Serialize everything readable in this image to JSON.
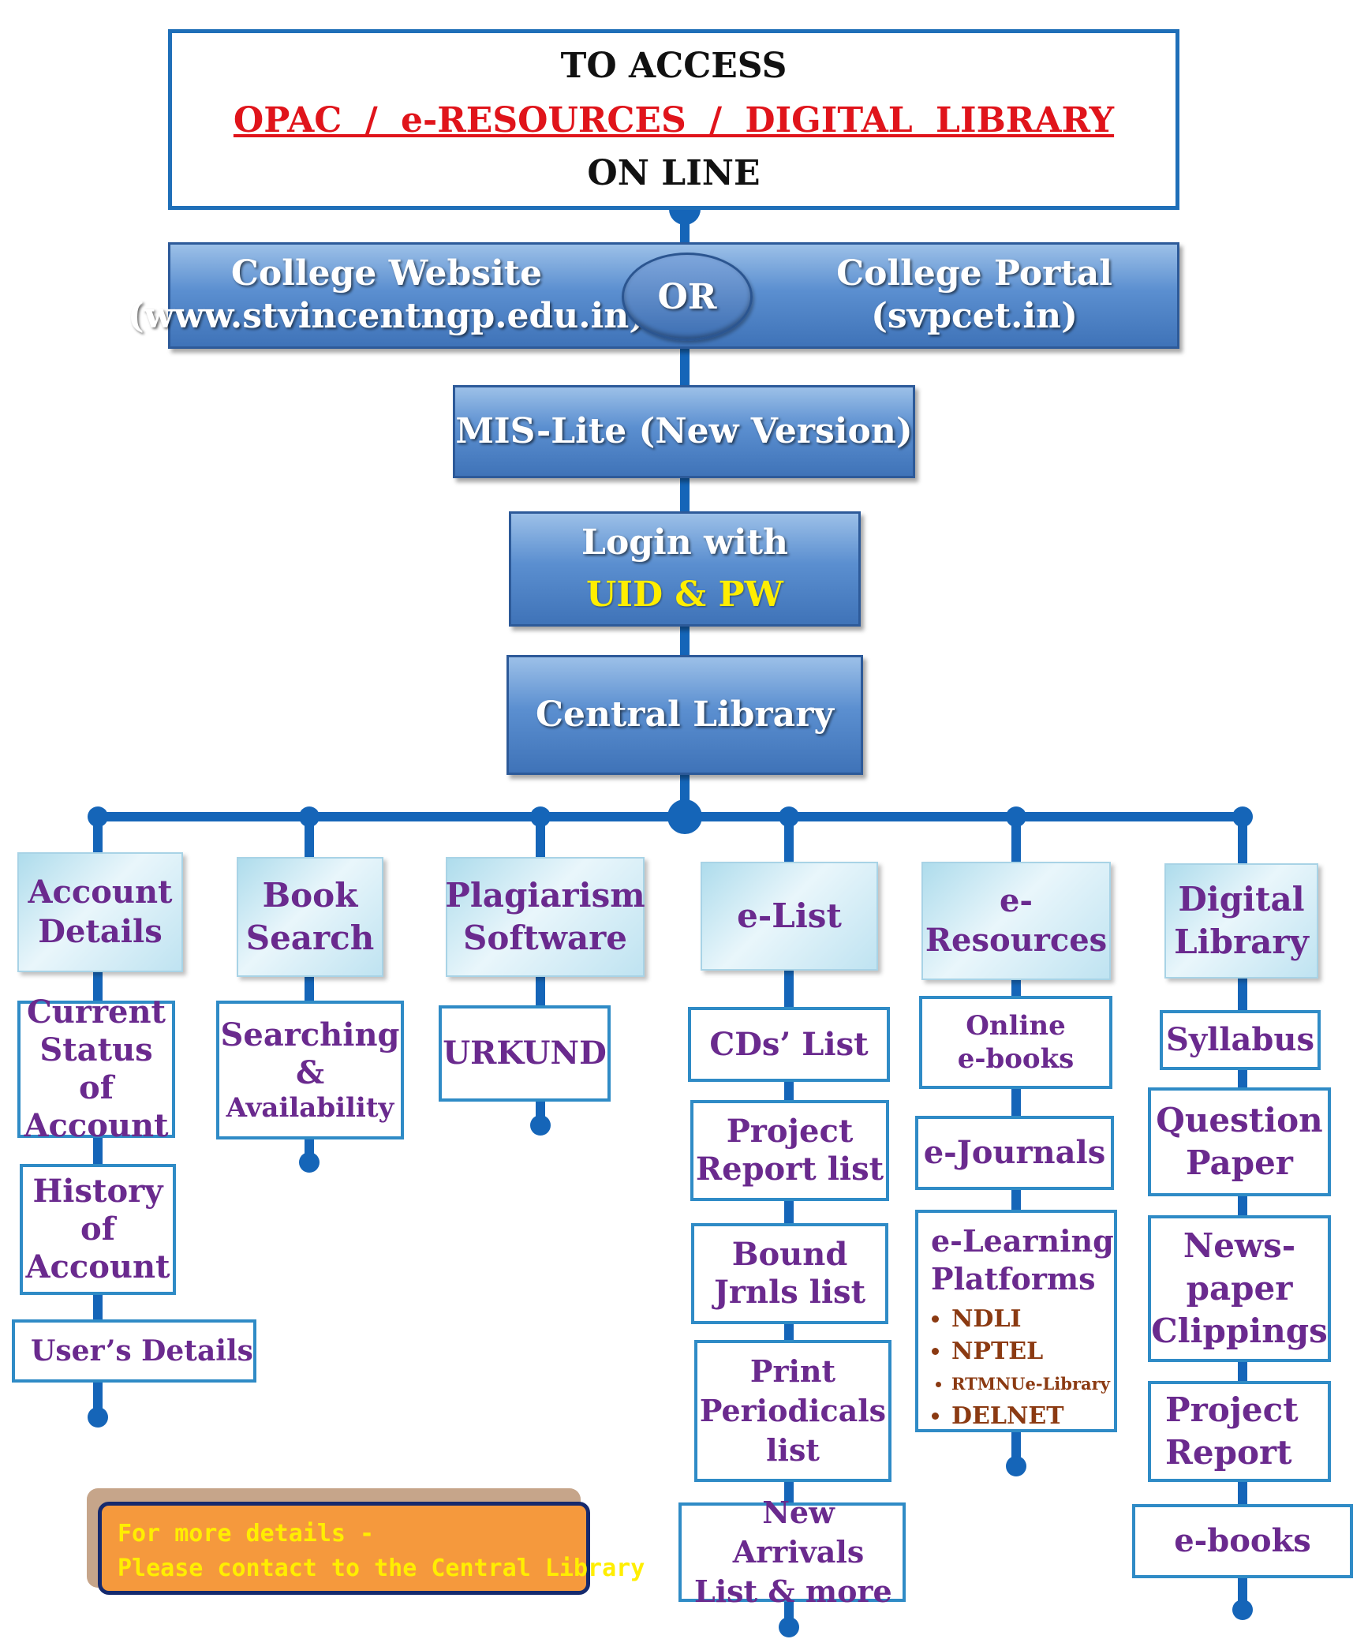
{
  "header": {
    "line1": "TO ACCESS",
    "line2": "OPAC   /  e-RESOURCES  /  DIGITAL  LIBRARY",
    "line3": "ON LINE"
  },
  "access": {
    "website_title": "College Website",
    "website_url": "(www.stvincentngp.edu.in)",
    "or_label": "OR",
    "portal_title": "College Portal",
    "portal_url": "(svpcet.in)"
  },
  "steps": {
    "mis": "MIS-Lite (New Version)",
    "login_line1": "Login with",
    "login_line2": "UID & PW",
    "library": "Central Library"
  },
  "branches": {
    "account": {
      "title1": "Account",
      "title2": "Details",
      "items": [
        "Current",
        "Status of",
        "Account",
        "History",
        "of",
        "Account",
        "User’s Details"
      ]
    },
    "book": {
      "title1": "Book",
      "title2": "Search",
      "items": [
        "Searching",
        "&",
        "Availability"
      ]
    },
    "plagiarism": {
      "title1": "Plagiarism",
      "title2": "Software",
      "items": [
        "URKUND"
      ]
    },
    "elist": {
      "title": "e-List",
      "items": [
        "CDs’ List",
        "Project",
        "Report list",
        "Bound",
        "Jrnls list",
        "Print",
        "Periodicals",
        "list",
        "New Arrivals",
        "List & more"
      ]
    },
    "eresources": {
      "title1": "e-",
      "title2": "Resources",
      "online1": "Online",
      "online2": "e-books",
      "journals": "e-Journals",
      "platforms_title1": "e-Learning",
      "platforms_title2": "Platforms",
      "platforms": [
        "NDLI",
        "NPTEL",
        "RTMNUe-Library",
        "DELNET"
      ]
    },
    "digital": {
      "title1": "Digital",
      "title2": "Library",
      "items": [
        "Syllabus",
        "Question",
        "Paper",
        "News-",
        "paper",
        "Clippings",
        "Project",
        "Report",
        "e-books"
      ]
    }
  },
  "note": {
    "line1": "For more details -",
    "line2": "Please contact to the Central Library"
  },
  "colors": {
    "connector": "#1565b8",
    "title_red": "#e0141b",
    "label_purple": "#6a2a8e",
    "highlight_yellow": "#ffee00",
    "note_orange": "#f5993d"
  }
}
